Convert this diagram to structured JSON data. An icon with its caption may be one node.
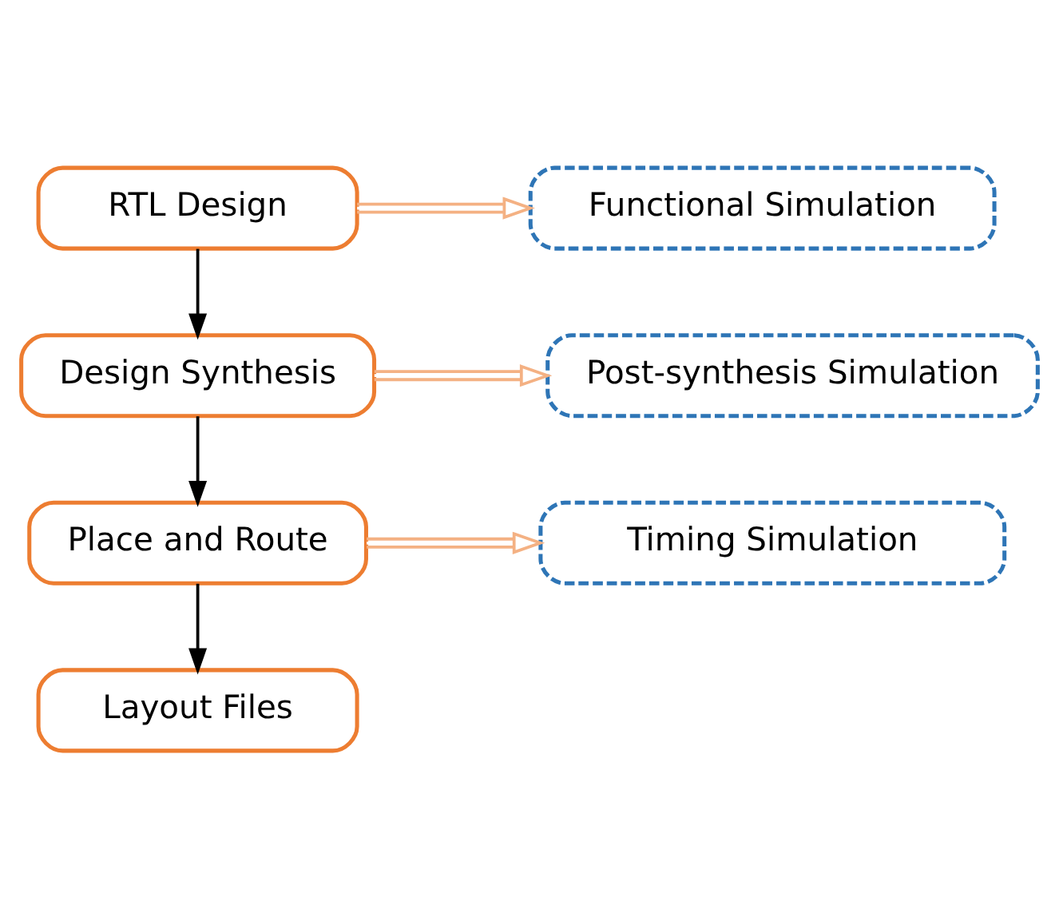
{
  "diagram": {
    "nodes": [
      {
        "text": [
          "RTL Design"
        ]
      },
      {
        "text": [
          "Design Synthesis"
        ]
      },
      {
        "text": [
          "Place and Route"
        ]
      },
      {
        "text": [
          "Layout Files"
        ]
      },
      {
        "text": [
          "Functional Simulation"
        ]
      },
      {
        "text": [
          "Post-synthesis Simulation"
        ]
      },
      {
        "text": [
          "Timing Simulation"
        ]
      }
    ],
    "edges": [
      {
        "from": 0,
        "to": 1,
        "arrow": "to"
      },
      {
        "from": 1,
        "to": 2,
        "arrow": "to"
      },
      {
        "from": 2,
        "to": 3,
        "arrow": "to"
      },
      {
        "from": 0,
        "to": 4,
        "arrow": "to",
        "color": "#f4b183"
      },
      {
        "from": 1,
        "to": 5,
        "arrow": "to",
        "color": "#f4b183"
      },
      {
        "from": 2,
        "to": 6,
        "arrow": "to",
        "color": "#f4b183"
      }
    ]
  }
}
